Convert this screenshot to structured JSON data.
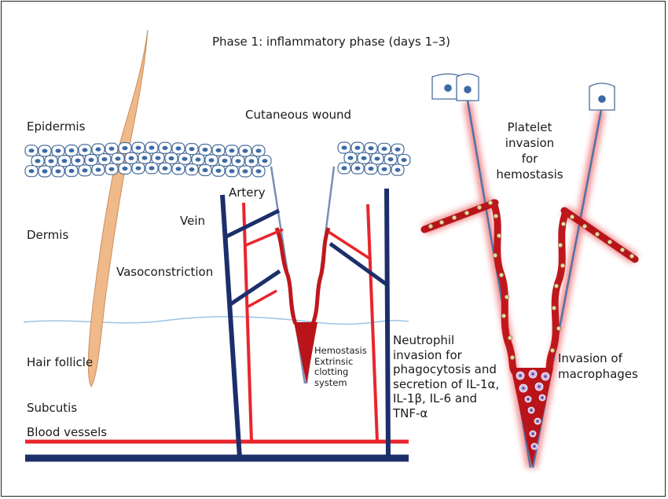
{
  "title": "Phase 1: inflammatory phase (days 1–3)",
  "labels": {
    "cutaneous_wound": "Cutaneous wound",
    "epidermis": "Epidermis",
    "dermis": "Dermis",
    "hair_follicle": "Hair follicle",
    "subcutis": "Subcutis",
    "blood_vessels": "Blood vessels",
    "artery": "Artery",
    "vein": "Vein",
    "vasoconstriction": "Vasoconstriction",
    "hemostasis": [
      "Hemostasis",
      "Extrinsic",
      "clotting",
      "system"
    ],
    "neutrophil": [
      "Neutrophil",
      "invasion for",
      "phagocytosis and",
      "secretion of IL-1α,",
      "IL-1β, IL-6 and",
      "TNF-α"
    ],
    "platelet": [
      "Platelet",
      "invasion",
      "for",
      "hemostasis"
    ],
    "macrophages": [
      "Invasion of",
      "macrophages"
    ]
  },
  "colors": {
    "artery": "#e8262c",
    "vein": "#1c2f6b",
    "clot": "#c0171d",
    "hair": "#f0b98a",
    "cell_nucleus": "#3c6aa6",
    "boundary": "#9cc3e4"
  }
}
